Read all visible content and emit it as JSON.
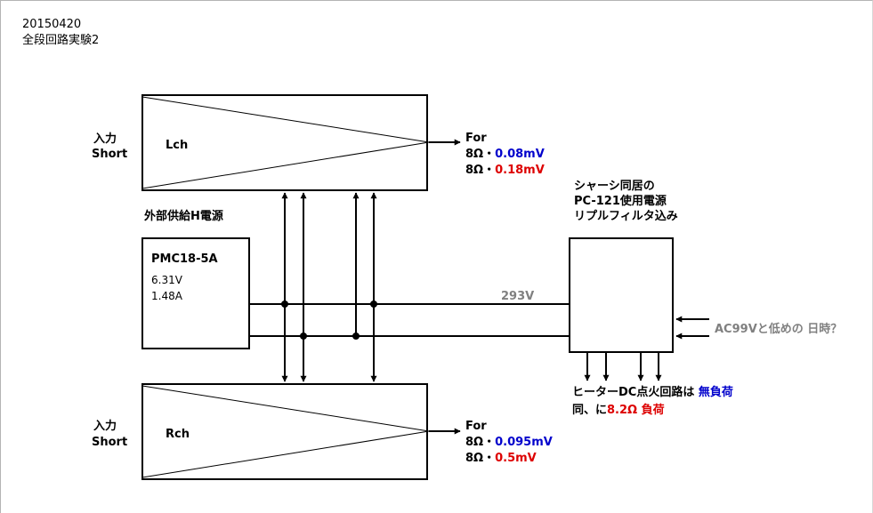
{
  "header": {
    "date": "20150420",
    "title": "全段回路実験2"
  },
  "lch": {
    "input_label": "入力",
    "input_sub": "Short",
    "channel": "Lch",
    "for_label": "For",
    "line1_prefix": "8Ω・",
    "line1_value": "0.08mV",
    "line2_prefix": "8Ω・",
    "line2_value": "0.18mV"
  },
  "rch": {
    "input_label": "入力",
    "input_sub": "Short",
    "channel": "Rch",
    "for_label": "For",
    "line1_prefix": "8Ω・",
    "line1_value": "0.095mV",
    "line2_prefix": "8Ω・",
    "line2_value": "0.5mV"
  },
  "psu": {
    "title": "外部供給H電源",
    "model": "PMC18-5A",
    "voltage": "6.31V",
    "current": "1.48A"
  },
  "filter": {
    "line1": "シャーシ同居の",
    "line2": "PC-121使用電源",
    "line3": "リプルフィルタ込み",
    "b_plus": "293V",
    "ac_note": "AC99Vと低めの 日時？"
  },
  "heater": {
    "line1_prefix": "ヒーターDC点火回路は ",
    "line1_value": "無負荷",
    "line2_prefix": "同、に",
    "line2_value": "8.2Ω 負荷"
  },
  "colors": {
    "blue": "#0000cc",
    "red": "#dd0000",
    "gray": "#808080"
  }
}
